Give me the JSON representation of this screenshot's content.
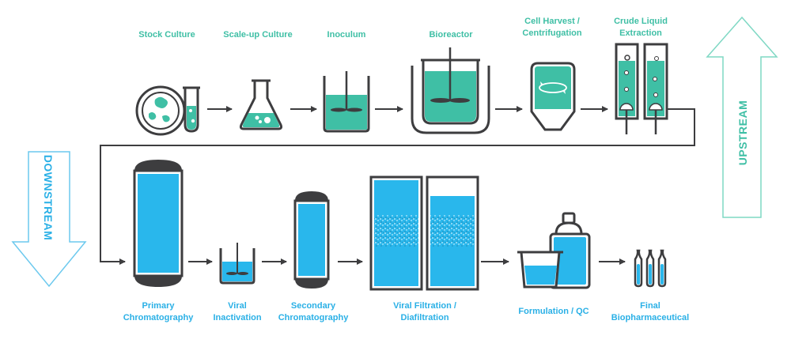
{
  "colors": {
    "teal": "#3fbfa5",
    "teal_light": "#5cc9b3",
    "blue": "#2ab0e6",
    "blue_fill": "#29b7ec",
    "outline": "#3d3d3f",
    "arrow_outline_up": "#7fd8c4",
    "arrow_outline_down": "#6cc9ee"
  },
  "upstream": {
    "direction_label": "UPSTREAM",
    "steps": [
      {
        "id": "stock-culture",
        "lines": [
          "Stock Culture"
        ]
      },
      {
        "id": "scale-up-culture",
        "lines": [
          "Scale-up Culture"
        ]
      },
      {
        "id": "inoculum",
        "lines": [
          "Inoculum"
        ]
      },
      {
        "id": "bioreactor",
        "lines": [
          "Bioreactor"
        ]
      },
      {
        "id": "cell-harvest",
        "lines": [
          "Cell Harvest /",
          "Centrifugation"
        ]
      },
      {
        "id": "crude-liquid-extraction",
        "lines": [
          "Crude Liquid",
          "Extraction"
        ]
      }
    ]
  },
  "downstream": {
    "direction_label": "DOWNSTREAM",
    "steps": [
      {
        "id": "primary-chromatography",
        "lines": [
          "Primary",
          "Chromatography"
        ]
      },
      {
        "id": "viral-inactivation",
        "lines": [
          "Viral",
          "Inactivation"
        ]
      },
      {
        "id": "secondary-chromatography",
        "lines": [
          "Secondary",
          "Chromatography"
        ]
      },
      {
        "id": "viral-filtration",
        "lines": [
          "Viral Filtration /",
          "Diafiltration"
        ]
      },
      {
        "id": "formulation-qc",
        "lines": [
          "Formulation / QC"
        ]
      },
      {
        "id": "final-biopharmaceutical",
        "lines": [
          "Final",
          "Biopharmaceutical"
        ]
      }
    ]
  }
}
